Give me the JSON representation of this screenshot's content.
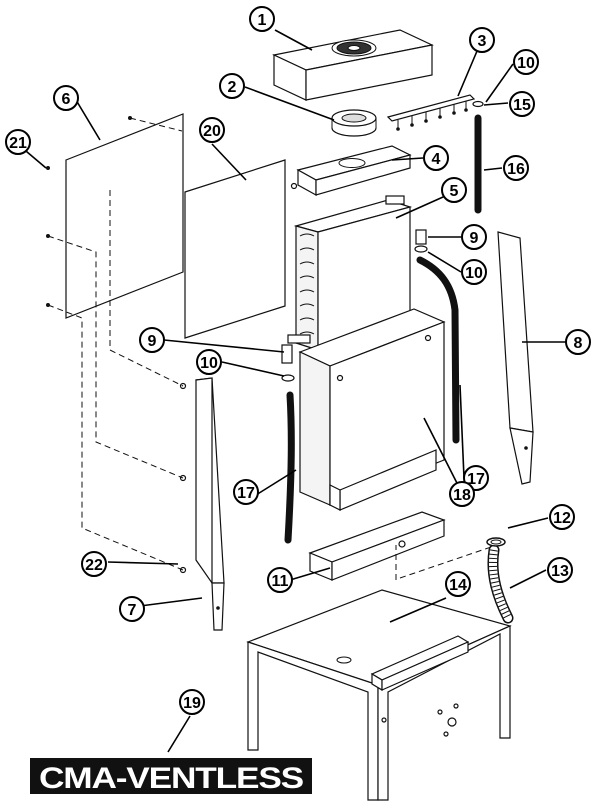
{
  "callouts": [
    {
      "id": "c1",
      "label": "1"
    },
    {
      "id": "c2",
      "label": "2"
    },
    {
      "id": "c3",
      "label": "3"
    },
    {
      "id": "c4",
      "label": "4"
    },
    {
      "id": "c5",
      "label": "5"
    },
    {
      "id": "c6",
      "label": "6"
    },
    {
      "id": "c7",
      "label": "7"
    },
    {
      "id": "c8",
      "label": "8"
    },
    {
      "id": "c9a",
      "label": "9"
    },
    {
      "id": "c9b",
      "label": "9"
    },
    {
      "id": "c10a",
      "label": "10"
    },
    {
      "id": "c10b",
      "label": "10"
    },
    {
      "id": "c10c",
      "label": "10"
    },
    {
      "id": "c11",
      "label": "11"
    },
    {
      "id": "c12",
      "label": "12"
    },
    {
      "id": "c13",
      "label": "13"
    },
    {
      "id": "c14",
      "label": "14"
    },
    {
      "id": "c15",
      "label": "15"
    },
    {
      "id": "c16",
      "label": "16"
    },
    {
      "id": "c17a",
      "label": "17"
    },
    {
      "id": "c17b",
      "label": "17"
    },
    {
      "id": "c18",
      "label": "18"
    },
    {
      "id": "c19",
      "label": "19"
    },
    {
      "id": "c20",
      "label": "20"
    },
    {
      "id": "c21",
      "label": "21"
    },
    {
      "id": "c22",
      "label": "22"
    }
  ],
  "logo": {
    "text": "CMA-VENTLESS"
  }
}
